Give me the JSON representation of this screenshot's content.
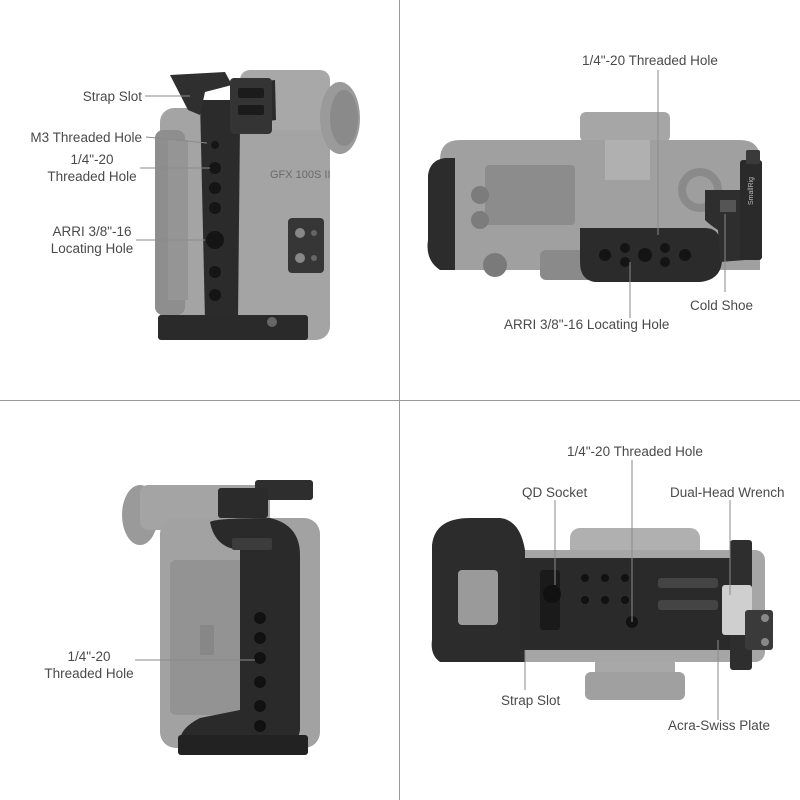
{
  "panels": {
    "top_left": {
      "view": "side",
      "camera_badge": "GFX 100S II",
      "callouts": [
        {
          "id": "strap-slot",
          "text": "Strap Slot"
        },
        {
          "id": "m3-threaded-hole",
          "text": "M3 Threaded Hole"
        },
        {
          "id": "quarter-20-threaded-hole",
          "line1": "1/4\"-20",
          "line2": "Threaded Hole"
        },
        {
          "id": "arri-locating-hole",
          "line1": "ARRI 3/8\"-16",
          "line2": "Locating Hole"
        }
      ]
    },
    "top_right": {
      "view": "top",
      "brand_mark": "SmallRig",
      "callouts": [
        {
          "id": "quarter-20-threaded-hole",
          "text": "1/4\"-20 Threaded Hole"
        },
        {
          "id": "cold-shoe",
          "text": "Cold Shoe"
        },
        {
          "id": "arri-locating-hole",
          "text": "ARRI 3/8\"-16 Locating Hole"
        }
      ]
    },
    "bottom_left": {
      "view": "side-rear",
      "callouts": [
        {
          "id": "quarter-20-threaded-hole",
          "line1": "1/4\"-20",
          "line2": "Threaded Hole"
        }
      ]
    },
    "bottom_right": {
      "view": "bottom",
      "callouts": [
        {
          "id": "quarter-20-threaded-hole",
          "text": "1/4\"-20 Threaded Hole"
        },
        {
          "id": "qd-socket",
          "text": "QD Socket"
        },
        {
          "id": "dual-head-wrench",
          "text": "Dual-Head Wrench"
        },
        {
          "id": "strap-slot",
          "text": "Strap Slot"
        },
        {
          "id": "acra-swiss-plate",
          "text": "Acra-Swiss Plate"
        }
      ]
    }
  },
  "colors": {
    "camera_body": "#9c9c9c",
    "camera_dark": "#6e6e6e",
    "cage_metal": "#2a2a2a",
    "cage_highlight": "#4a4a4a",
    "divider": "#9a9a9a",
    "label_text": "#4a4a4a"
  }
}
